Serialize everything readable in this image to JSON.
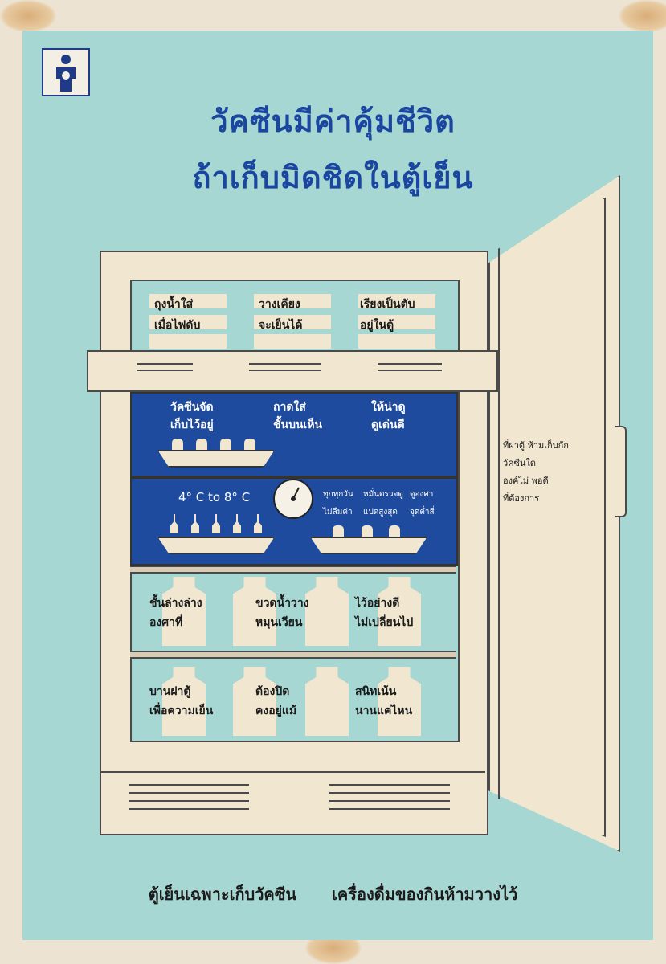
{
  "poster": {
    "title_line1": "วัคซีนมีค่าคุ้มชีวิต",
    "title_line2": "ถ้าเก็บมิดชิดในตู้เย็น",
    "logo_icon": "person-with-child-icon",
    "freezer_notes": [
      {
        "line1": "ถุงน้ำใส่",
        "line2": "เมื่อไฟดับ"
      },
      {
        "line1": "วางเคียง",
        "line2": "จะเย็นได้"
      },
      {
        "line1": "เรียงเป็นตับ",
        "line2": "อยู่ในตู้"
      }
    ],
    "tray_texts": [
      {
        "line1": "วัคซีนจัด",
        "line2": "เก็บไว้อยู่"
      },
      {
        "line1": "ถาดใส่",
        "line2": "ชั้นบนเห็น"
      },
      {
        "line1": "ให้น่าดู",
        "line2": "ดูเด่นดี"
      }
    ],
    "temperature": "4° C to 8° C",
    "gauge_icon": "thermometer-dial-icon",
    "check_texts": [
      {
        "line1": "ทุกทุกวัน",
        "line2": "ไม่ลืมค่า"
      },
      {
        "line1": "หมั่นตรวจดู",
        "line2": "แปดสูงสุด"
      },
      {
        "line1": "ดูองศา",
        "line2": "จุดต่ำสี่"
      }
    ],
    "lower_shelf1": [
      {
        "line1": "ชั้นล่างล่าง",
        "line2": "องศาที่"
      },
      {
        "line1": "ขวดน้ำวาง",
        "line2": "หมุนเวียน"
      },
      {
        "line1": "ไว้อย่างดี",
        "line2": "ไม่เปลี่ยนไป"
      }
    ],
    "lower_shelf2": [
      {
        "line1": "บานฝาตู้",
        "line2": "เพื่อความเย็น"
      },
      {
        "line1": "ต้องปิด",
        "line2": "คงอยู่แม้"
      },
      {
        "line1": "สนิทเน้น",
        "line2": "นานแค่ไหน"
      }
    ],
    "door_text": [
      "ที่ฝาตู้  ห้ามเก็บกัก",
      "วัคซีนใด",
      "องค์ไม่  พอดี",
      "ที่ต้องการ"
    ],
    "footer_left": "ตู้เย็นเฉพาะเก็บวัคซีน",
    "footer_right": "เครื่องดื่มของกินห้ามวางไว้"
  }
}
